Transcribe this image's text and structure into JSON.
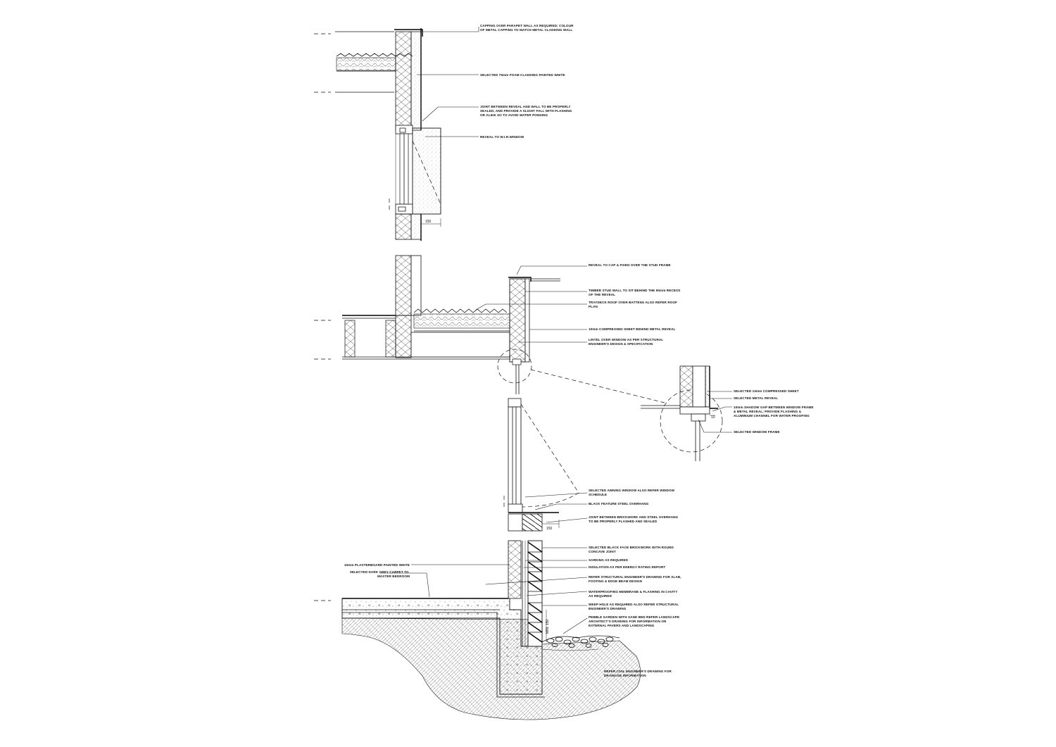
{
  "section_top": {
    "notes": [
      [
        "CAPPING OVER PARAPET WALL AS REQUIRED; COLOUR",
        "OF METAL CAPPING TO MATCH METAL CLADDING WALL"
      ],
      [
        "SELECTED 75mm FOAM CLADDING PAINTED WHITE"
      ],
      [
        "JOINT BETWEEN REVEAL AND WALL TO BE PROPERLY",
        "SEALED, AND PROVIDE A SLIGHT FALL WITH FLASHING",
        "OR ALIKE SO TO AVOID WATER PONDING"
      ],
      [
        "REVEAL TO W.I.R.WINDOW"
      ]
    ],
    "dimension": "150"
  },
  "section_middle": {
    "notes": [
      [
        "REVEAL TO CAP & FIXED OVER THE STUD FRAME"
      ],
      [
        "TIMBER STUD WALL TO SIT BEHIND THE 90mm RECESS",
        "OF THE REVEAL"
      ],
      [
        "TRAYDECK ROOF OVER BATTENS ALSO REFER ROOF",
        "PLAN"
      ],
      [
        "10mm COMPRESSED SHEET BEHIND METAL REVEAL"
      ],
      [
        "LINTEL OVER WINDOW AS PER STRUCTURAL",
        "ENGINEER'S DESIGN & SPECIFICATION"
      ]
    ]
  },
  "detail_callout": {
    "notes": [
      [
        "SELECTED 10mm COMPRESSED SHEET"
      ],
      [
        "SELECTED METAL REVEAL"
      ],
      [
        "10mm SHADOW GAP BETWEEN WINDOW FRAME",
        "& METAL REVEAL; PROVIDE FLASHING &",
        "ALUMINIUM CHANNEL FOR WATER PROOFING"
      ],
      [
        "SELECTED WINDOW FRAME"
      ]
    ],
    "dimension": "10"
  },
  "section_window": {
    "notes": [
      [
        "SELECTED AWNING WINDOW ALSO REFER WINDOW",
        "SCHEDULE"
      ],
      [
        "BLACK FEATURE STEEL OVERHANG"
      ],
      [
        "JOINT BETWEEN BRICKWORK AND STEEL OVERHANG",
        "TO BE PROPERLY FLASHED AND SEALED"
      ]
    ],
    "dimension": "150"
  },
  "section_footing": {
    "notes_right": [
      [
        "SELECTED BLACK FACE BRICKWORK WITH ROUND",
        "CONCAVE JOINT"
      ],
      [
        "SARKING AS REQUIRED"
      ],
      [
        "INSULATION AS PER ENERGY RATING REPORT"
      ],
      [
        "REFER STRUCTURAL ENGINEER'S DRAWING FOR SLAB,",
        "FOOTING & EDGE BEAM DESIGN"
      ],
      [
        "WATERPROOFING MEMBRANE & FLASHING IN CAVITY",
        "AS REQUIRED"
      ],
      [
        "WEEP HOLE AS REQUIRED ALSO REFER STRUCTURAL",
        "ENGINEER'S DRAWING"
      ],
      [
        "PEBBLE GARDEN WITH SAND BED REFER LANDSCAPE",
        "ARCHITECT'S DRAWING FOR INFORMATION ON",
        "EXTERNAL PAVERS AND LANDSCAPING"
      ],
      [
        "REFER CIVIL ENGINEER'S DRAWING FOR",
        "DRAINAGE INFORMATION"
      ]
    ],
    "notes_left": [
      [
        "10mm PLASTERBOARD PAINTED WHITE"
      ],
      [
        "SELECTED DARK GREY CARPET TO",
        "MASTER BEDROOM"
      ]
    ],
    "dimension": "MIN. 150"
  }
}
